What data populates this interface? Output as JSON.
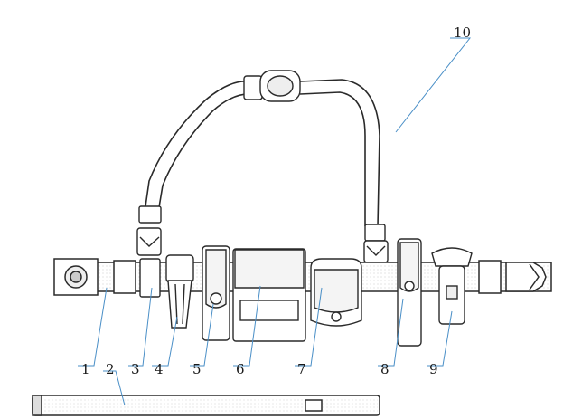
{
  "diagram": {
    "callouts": [
      {
        "id": "c1",
        "text": "1"
      },
      {
        "id": "c2",
        "text": "2"
      },
      {
        "id": "c3",
        "text": "3"
      },
      {
        "id": "c4",
        "text": "4"
      },
      {
        "id": "c5",
        "text": "5"
      },
      {
        "id": "c6",
        "text": "6"
      },
      {
        "id": "c7",
        "text": "7"
      },
      {
        "id": "c8",
        "text": "8"
      },
      {
        "id": "c9",
        "text": "9"
      },
      {
        "id": "c10",
        "text": "10"
      }
    ]
  },
  "colors": {
    "ink": "#2a2a2a",
    "leader": "#4a8fc7"
  }
}
